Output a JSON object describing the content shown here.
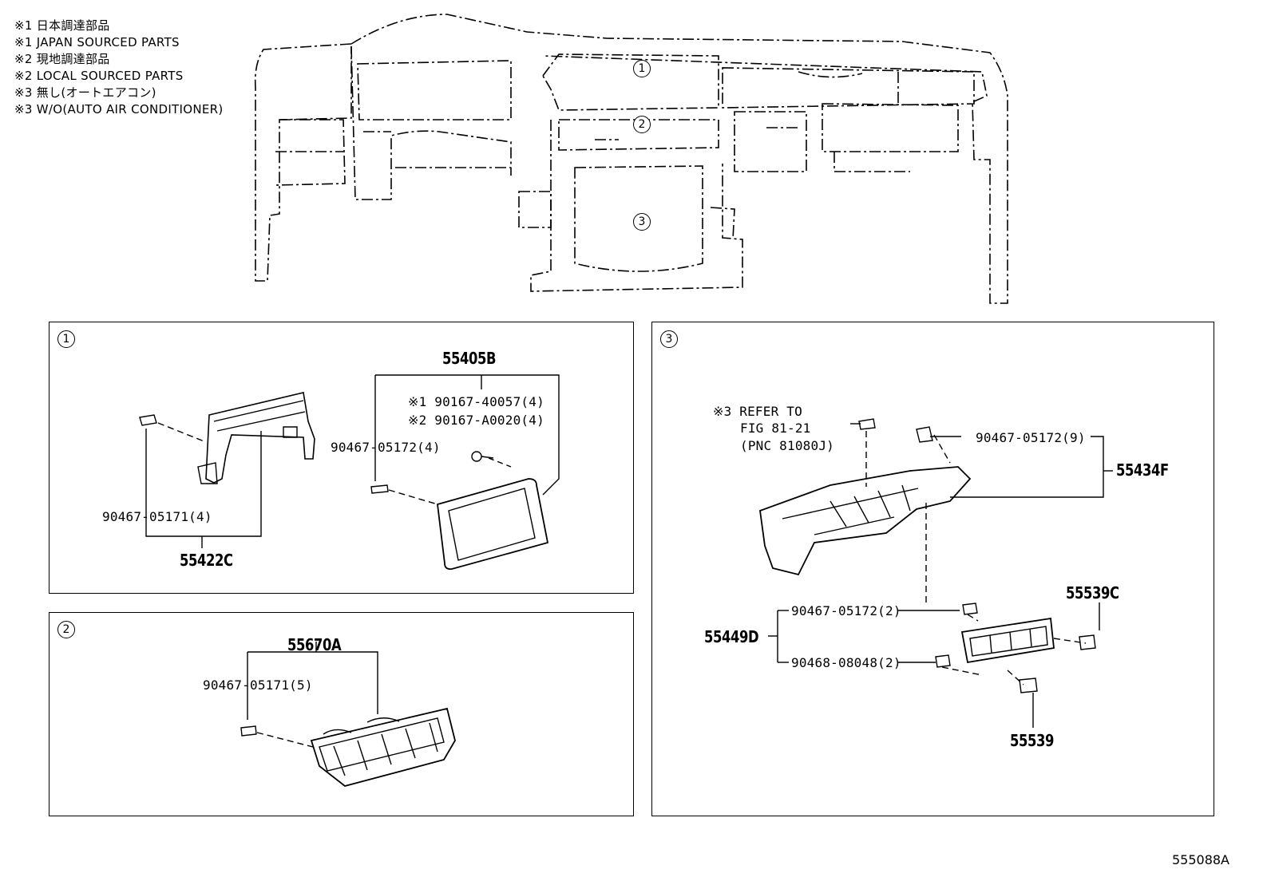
{
  "legend": [
    "※1 日本調達部品",
    "※1 JAPAN SOURCED PARTS",
    "※2 現地調達部品",
    "※2 LOCAL SOURCED PARTS",
    "※3 無し(オートエアコン)",
    "※3 W/O(AUTO AIR CONDITIONER)"
  ],
  "overview_callouts": [
    "1",
    "2",
    "3"
  ],
  "panel1": {
    "index": "1",
    "part_55405B": "55405B",
    "clip_jp": "※1 90167-40057(4)",
    "clip_local": "※2 90167-A0020(4)",
    "clip_05172": "90467-05172(4)",
    "clip_05171": "90467-05171(4)",
    "part_55422C": "55422C"
  },
  "panel2": {
    "index": "2",
    "part_55670A": "55670A",
    "clip_05171": "90467-05171(5)"
  },
  "panel3": {
    "index": "3",
    "refer_line1": "※3 REFER TO",
    "refer_line2": "FIG 81-21",
    "refer_line3": "(PNC 81080J)",
    "clip_05172_9": "90467-05172(9)",
    "part_55434F": "55434F",
    "part_55539C": "55539C",
    "part_55449D": "55449D",
    "clip_05172_2": "90467-05172(2)",
    "clip_08048_2": "90468-08048(2)",
    "part_55539": "55539"
  },
  "figure_id": "555088A"
}
